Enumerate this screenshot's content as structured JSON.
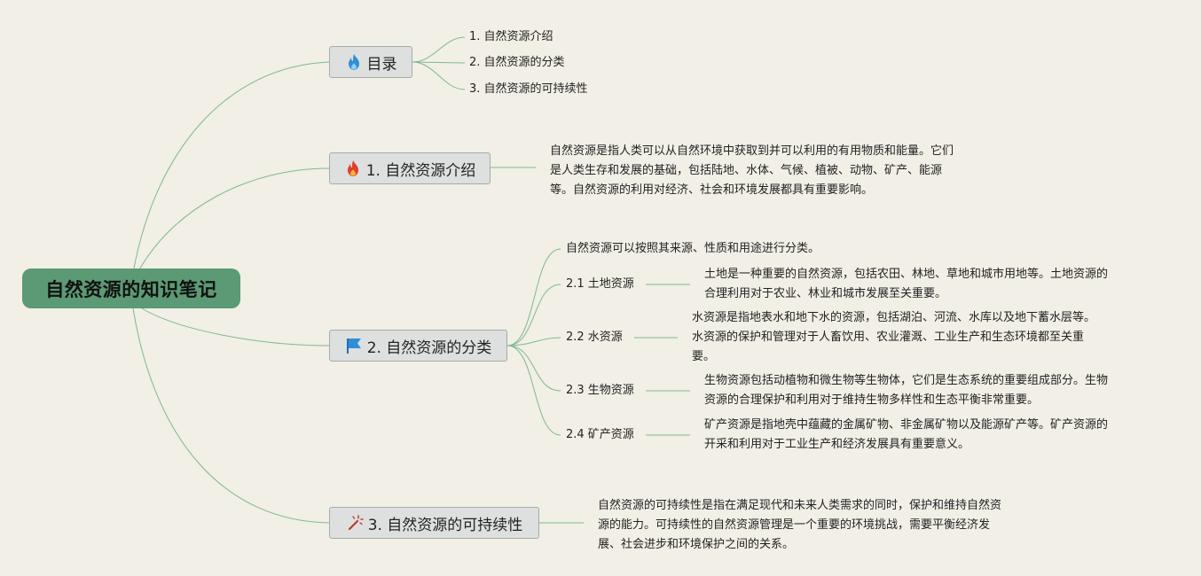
{
  "root": {
    "title": "自然资源的知识笔记"
  },
  "toc": {
    "title": "目录",
    "icon": "blue-flame-icon",
    "items": [
      "1. 自然资源介绍",
      "2. 自然资源的分类",
      "3. 自然资源的可持续性"
    ]
  },
  "intro": {
    "title": "1. 自然资源介绍",
    "icon": "red-flame-icon",
    "lines": [
      "自然资源是指人类可以从自然环境中获取到并可以利用的有用物质和能量。它们",
      "是人类生存和发展的基础，包括陆地、水体、气候、植被、动物、矿产、能源",
      "等。自然资源的利用对经济、社会和环境发展都具有重要影响。"
    ]
  },
  "classify": {
    "title": "2. 自然资源的分类",
    "icon": "blue-flag-icon",
    "summary": "自然资源可以按照其来源、性质和用途进行分类。",
    "subs": [
      {
        "label": "2.1 土地资源",
        "lines": [
          "土地是一种重要的自然资源，包括农田、林地、草地和城市用地等。土地资源的",
          "合理利用对于农业、林业和城市发展至关重要。"
        ]
      },
      {
        "label": "2.2 水资源",
        "lines": [
          "水资源是指地表水和地下水的资源，包括湖泊、河流、水库以及地下蓄水层等。",
          "水资源的保护和管理对于人畜饮用、农业灌溉、工业生产和生态环境都至关重",
          "要。"
        ]
      },
      {
        "label": "2.3 生物资源",
        "lines": [
          "生物资源包括动植物和微生物等生物体，它们是生态系统的重要组成部分。生物",
          "资源的合理保护和利用对于维持生物多样性和生态平衡非常重要。"
        ]
      },
      {
        "label": "2.4 矿产资源",
        "lines": [
          "矿产资源是指地壳中蕴藏的金属矿物、非金属矿物以及能源矿产等。矿产资源的",
          "开采和利用对于工业生产和经济发展具有重要意义。"
        ]
      }
    ]
  },
  "sustain": {
    "title": "3. 自然资源的可持续性",
    "icon": "magic-wand-icon",
    "lines": [
      "自然资源的可持续性是指在满足现代和未来人类需求的同时，保护和维持自然资",
      "源的能力。可持续性的自然资源管理是一个重要的环境挑战，需要平衡经济发",
      "展、社会进步和环境保护之间的关系。"
    ]
  },
  "colors": {
    "background": "#f1efe6",
    "root_fill": "#5b9a74",
    "topic_fill": "#dde0de",
    "connector": "#7fb892"
  }
}
